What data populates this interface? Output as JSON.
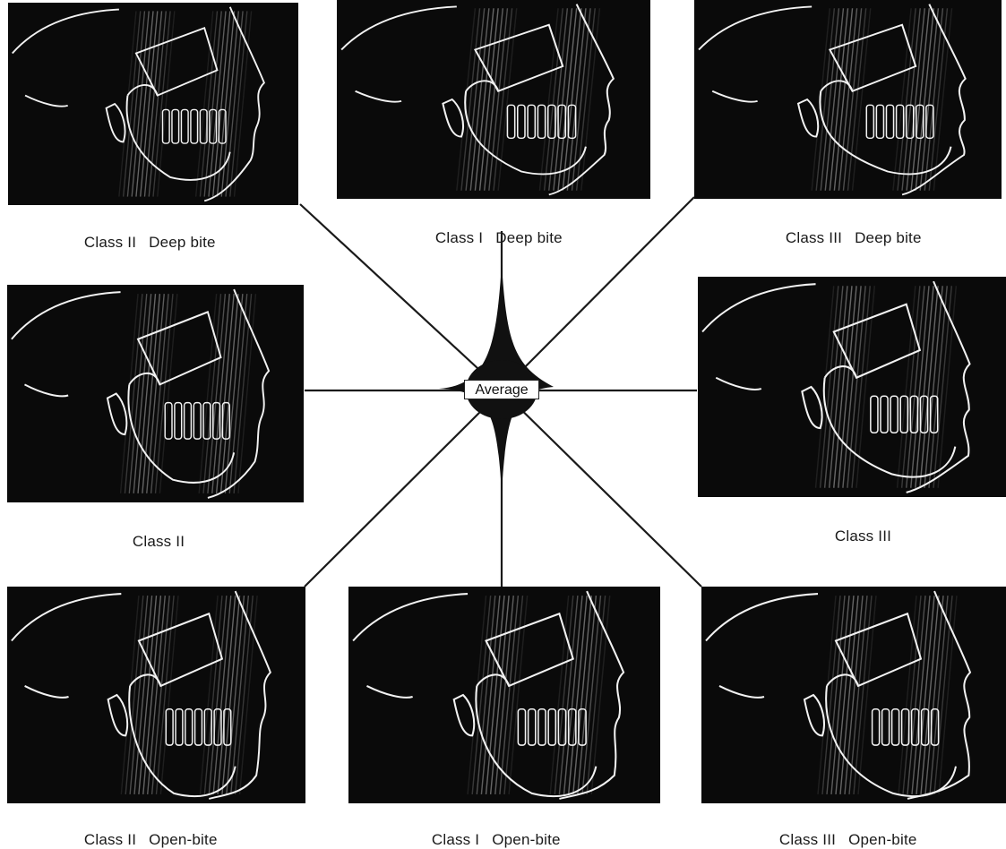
{
  "center": {
    "label": "Average"
  },
  "panels": [
    {
      "id": "class-ii-deep-bite",
      "class_label": "Class II",
      "bite_label": "Deep bite"
    },
    {
      "id": "class-i-deep-bite",
      "class_label": "Class I",
      "bite_label": "Deep bite"
    },
    {
      "id": "class-iii-deep-bite",
      "class_label": "Class III",
      "bite_label": "Deep bite"
    },
    {
      "id": "class-ii",
      "class_label": "Class II",
      "bite_label": ""
    },
    {
      "id": "class-iii",
      "class_label": "Class III",
      "bite_label": ""
    },
    {
      "id": "class-ii-open-bite",
      "class_label": "Class II",
      "bite_label": "Open-bite"
    },
    {
      "id": "class-i-open-bite",
      "class_label": "Class I",
      "bite_label": "Open-bite"
    },
    {
      "id": "class-iii-open-bite",
      "class_label": "Class III",
      "bite_label": "Open-bite"
    }
  ],
  "colors": {
    "panel_background": "#0a0a0a",
    "tracing": "#f2f2f2",
    "connector": "#1a1a1a",
    "page_background": "#ffffff"
  },
  "icons": [
    "cephalometric-tracing-icon",
    "average-node-icon"
  ]
}
